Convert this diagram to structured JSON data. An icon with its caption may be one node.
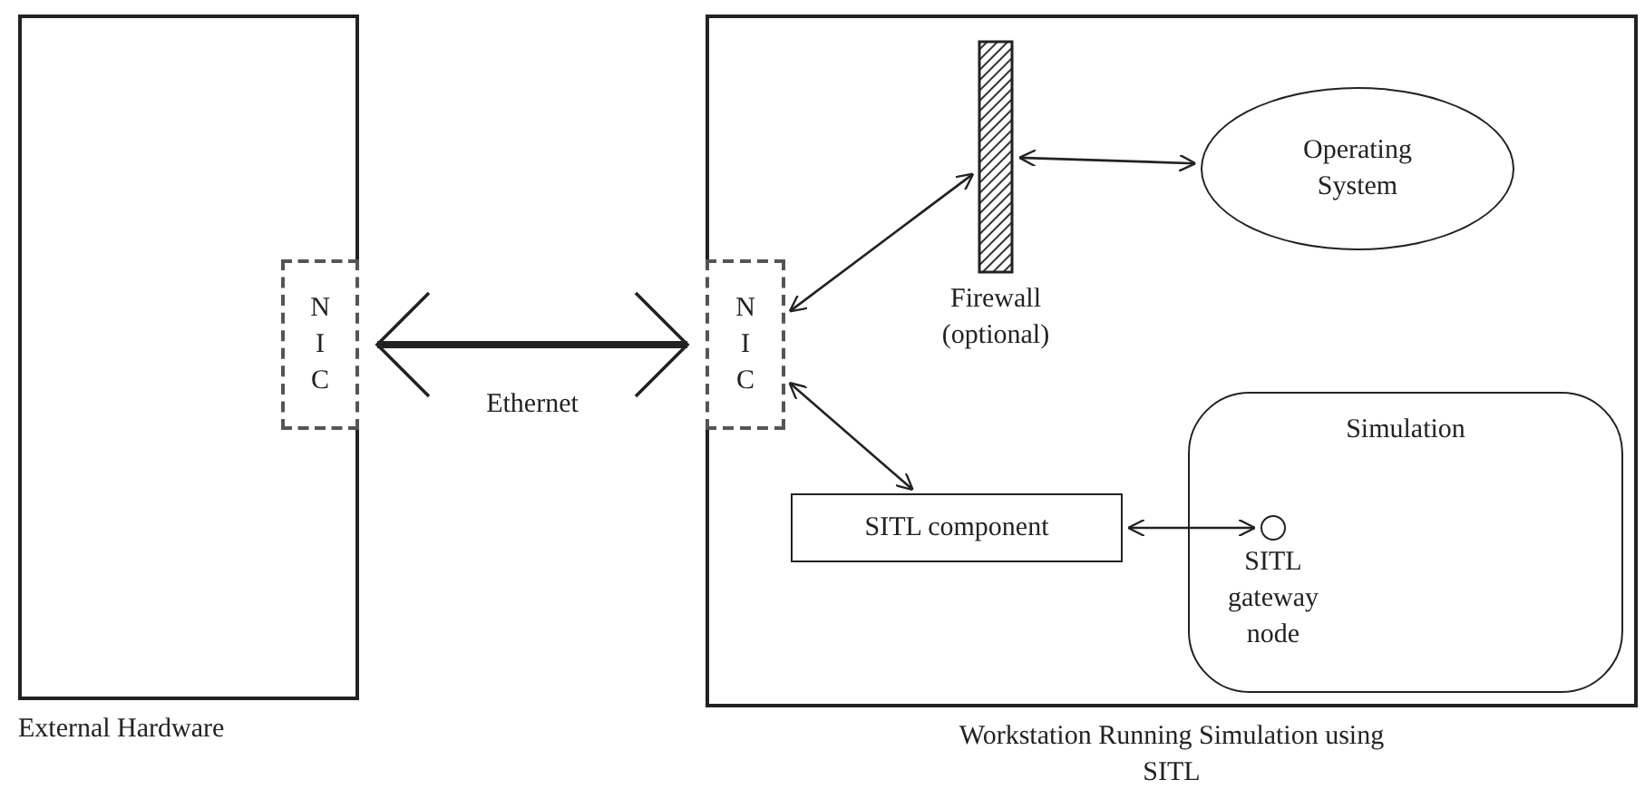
{
  "diagram": {
    "nodes": [
      {
        "text": [
          "External Hardware"
        ]
      },
      {
        "text": [
          "N I C"
        ],
        "in": 0
      },
      {
        "text": [
          "Workstation Running Simulation using SITL"
        ]
      },
      {
        "text": [
          "N I C"
        ],
        "in": 2
      },
      {
        "text": [
          "Firewall (optional)"
        ],
        "in": 2
      },
      {
        "text": [
          "Operating System"
        ],
        "in": 2
      },
      {
        "text": [
          "Simulation"
        ],
        "in": 2
      },
      {
        "text": [
          "SITL component"
        ],
        "in": 2
      },
      {
        "text": [
          "SITL gateway node"
        ],
        "in": 6
      }
    ],
    "edges": [
      {
        "from": 1,
        "to": 3,
        "arrow": "both",
        "label": "Ethernet",
        "style": "thick"
      },
      {
        "from": 3,
        "to": 4,
        "arrow": "both"
      },
      {
        "from": 4,
        "to": 5,
        "arrow": "both"
      },
      {
        "from": 3,
        "to": 7,
        "arrow": "both"
      },
      {
        "from": 7,
        "to": 8,
        "arrow": "both"
      }
    ]
  }
}
